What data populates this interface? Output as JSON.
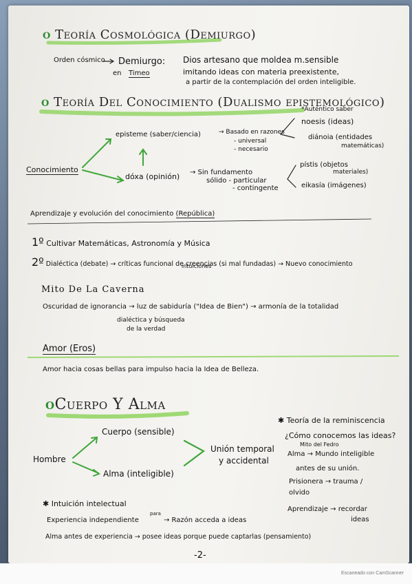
{
  "colors": {
    "highlight": "#8fd35f",
    "arrow": "#3fa63a",
    "ink": "#1a1a1a"
  },
  "s1": {
    "title": "Teoría Cosmológica (Demiurgo)",
    "orden": "Orden cósmico",
    "demiurgo": "Demiurgo:",
    "en": "en",
    "timeo": "Timeo",
    "def1": "Dios artesano que moldea m.sensible",
    "def2": "imitando ideas con materia preexistente,",
    "def3": "a partir de la contemplación del orden inteligible."
  },
  "s2": {
    "title": "Teoría Del Conocimiento (Dualismo epistemológico)",
    "autentico": "*Auténtico saber",
    "conocimiento": "Conocimiento",
    "episteme": "episteme (saber/ciencia)",
    "basado": "→ Basado en razones",
    "universal": "- universal",
    "necesario": "- necesario",
    "noesis": "noesis (ideas)",
    "dianoia": "diánoia (entidades",
    "dianoia2": "matemáticas)",
    "doxa": "dóxa (opinión)",
    "sinfund": "→ Sin fundamento",
    "solido": "sólido - particular",
    "contingente": "- contingente",
    "pistis": "pístis (objetos",
    "pistis2": "materiales)",
    "eikasia": "eikasía (imágenes)"
  },
  "s3": {
    "title": "Aprendizaje y evolución del conocimiento",
    "republica": "(República)",
    "p1_num": "1º",
    "p1": "Cultivar Matemáticas, Astronomía y Música",
    "p2_num": "2º",
    "p2": "Dialéctica (debate) → críticas funcional de creencias (si mal fundadas) → Nuevo conocimiento",
    "p2_note": "intuiciones"
  },
  "s4": {
    "title": "Mito De La Caverna",
    "line": "Oscuridad de ignorancia → luz de sabiduría (\"Idea de Bien\") → armonía de la totalidad",
    "note1": "dialéctica y búsqueda",
    "note2": "de la verdad"
  },
  "s5": {
    "title": "Amor (Eros)",
    "line": "Amor hacia cosas bellas para impulso hacia la Idea de Belleza."
  },
  "s6": {
    "title": "Cuerpo Y Alma",
    "hombre": "Hombre",
    "cuerpo": "Cuerpo (sensible)",
    "alma": "Alma (inteligible)",
    "union1": "Unión temporal",
    "union2": "y accidental",
    "teoria": "✱ Teoría de la reminiscencia",
    "pregunta": "¿Cómo conocemos las ideas?",
    "mito": "Mito del Fedro",
    "alma_mundo": "Alma → Mundo inteligible",
    "antes": "antes de su unión.",
    "prisionera": "Prisionera → trauma /",
    "olvido": "olvido",
    "aprendizaje": "Aprendizaje → recordar",
    "ideas": "ideas",
    "intuicion": "✱ Intuición intelectual",
    "experiencia": "Experiencia independiente",
    "para": "para",
    "razon": "→ Razón acceda a ideas",
    "alma_antes": "Alma antes de experiencia → posee ideas porque puede captarlas (pensamiento)"
  },
  "page_number": "-2-",
  "scan_credit": "Escaneado con CamScanner"
}
